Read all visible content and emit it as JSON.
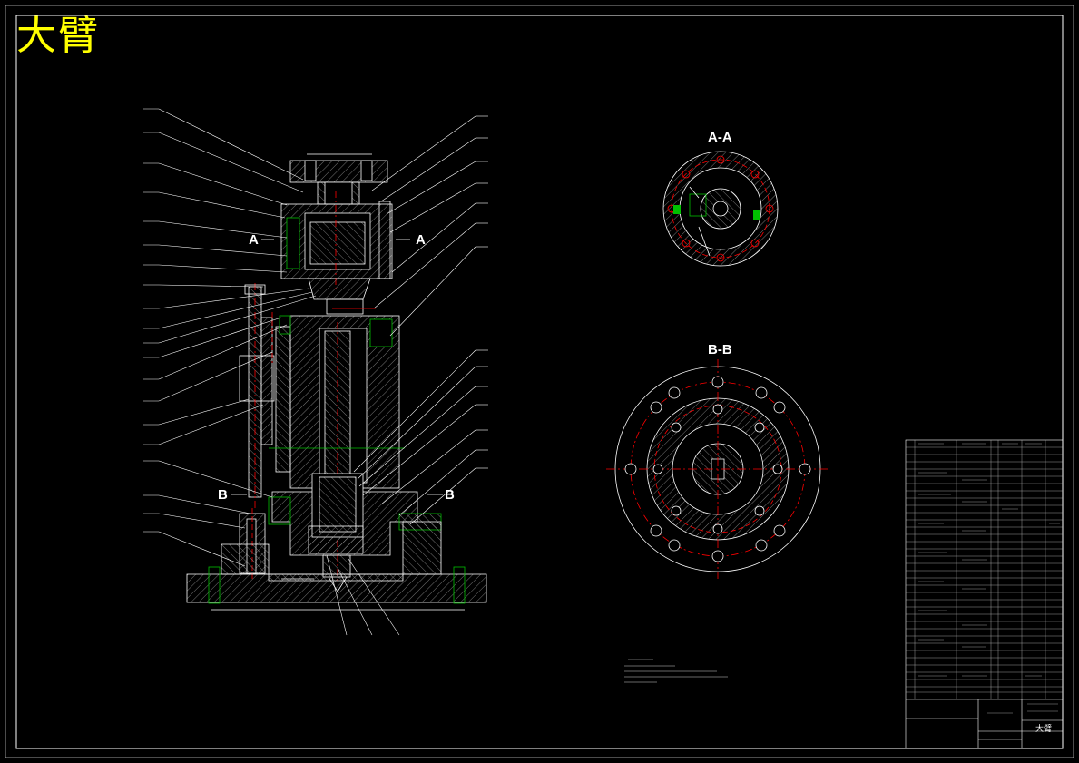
{
  "drawing": {
    "title": "大臂",
    "section_labels": {
      "aa": "A-A",
      "bb": "B-B",
      "a_left": "A",
      "a_right": "A",
      "b_left": "B",
      "b_right": "B"
    },
    "title_block": {
      "part_name": "大臂"
    }
  },
  "colors": {
    "background": "#000000",
    "border": "#ffffff",
    "title": "#ffff00",
    "outline": "#ffffff",
    "hatch": "#c0c0c0",
    "centerline": "#ff0000",
    "green": "#00c000",
    "leader": "#ffffff"
  }
}
